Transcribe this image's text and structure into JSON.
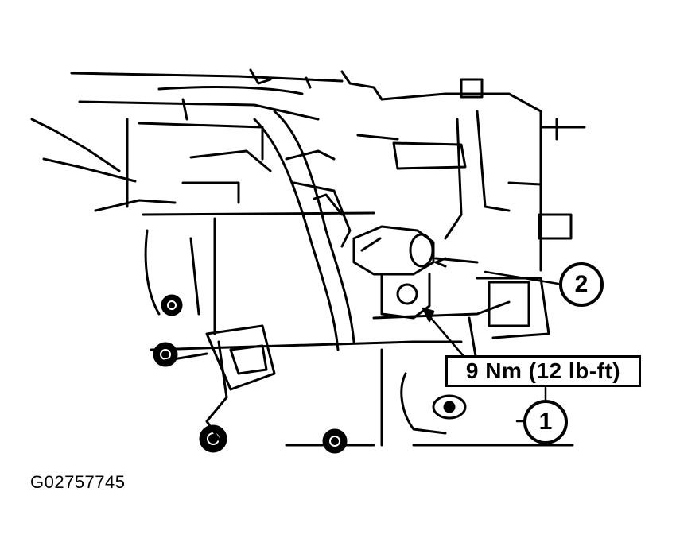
{
  "callouts": {
    "one": "1",
    "two": "2"
  },
  "torque_spec": "9 Nm (12 lb-ft)",
  "figure_id": "G02757745"
}
